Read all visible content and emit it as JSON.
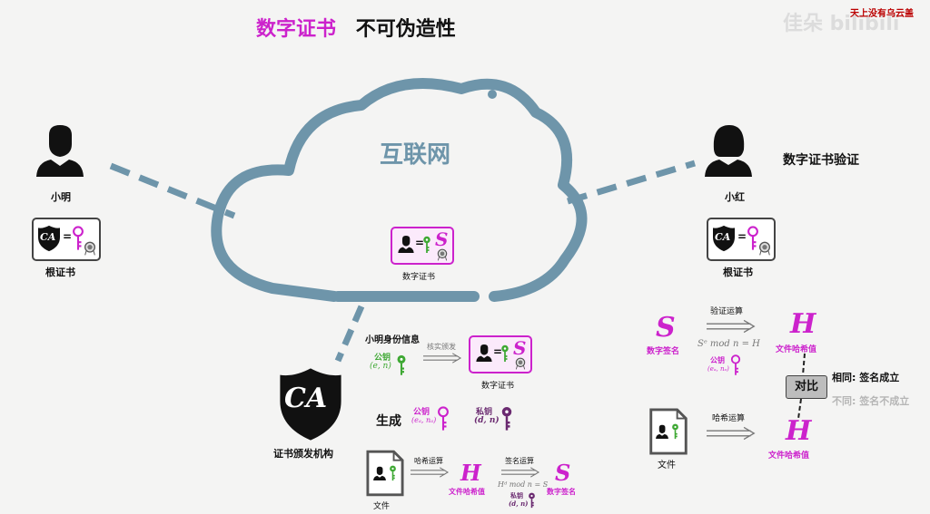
{
  "title": {
    "part1": "数字证书",
    "part2": "不可伪造性"
  },
  "watermark": {
    "logo": "佳朵 bilibili",
    "top_right": "天上没有乌云盖"
  },
  "cloud": {
    "label": "互联网",
    "cert_label": "数字证书"
  },
  "left_user": {
    "name": "小明",
    "root_cert_label": "根证书"
  },
  "right_user": {
    "name": "小红",
    "verify_title": "数字证书验证",
    "root_cert_label": "根证书"
  },
  "ca": {
    "badge": "CA",
    "label": "证书颁发机构",
    "identity_label": "小明身份信息",
    "verify_issue_label": "核实颁发",
    "pubkey_label": "公钥",
    "pubkey_math": "(e, n)",
    "issued_cert_label": "数字证书",
    "generate_label": "生成",
    "gen_pub_label": "公钥",
    "gen_pub_math": "(eₐ, nₐ)",
    "gen_priv_label": "私钥",
    "gen_priv_math": "(d, n)",
    "file_label": "文件",
    "hash_op_label": "哈希运算",
    "hash_symbol": "H",
    "hash_value_label": "文件哈希值",
    "sign_op_label": "签名运算",
    "sign_formula": "Hᵈ mod n = S",
    "sign_priv_label": "私钥",
    "sign_priv_math": "(d, n)",
    "sig_symbol": "S",
    "sig_label": "数字签名"
  },
  "verify": {
    "sig_symbol": "S",
    "sig_label": "数字签名",
    "verify_op_label": "验证运算",
    "verify_formula": "Sᵉ mod n = H",
    "pub_label": "公钥",
    "pub_math": "(eₐ, nₐ)",
    "hash_symbol1": "H",
    "hash_label1": "文件哈希值",
    "compare_label": "对比",
    "same_label": "相同: 签名成立",
    "diff_label": "不同: 签名不成立",
    "file_label": "文件",
    "hash_op_label": "哈希运算",
    "hash_symbol2": "H",
    "hash_label2": "文件哈希值"
  },
  "icons": {
    "cert_small": "S",
    "ca_small": "CA",
    "equals": "="
  },
  "colors": {
    "accent": "#cc22cc",
    "cloud": "#6e95aa",
    "key_green": "#3ea833",
    "key_purple": "#6a2a70"
  }
}
